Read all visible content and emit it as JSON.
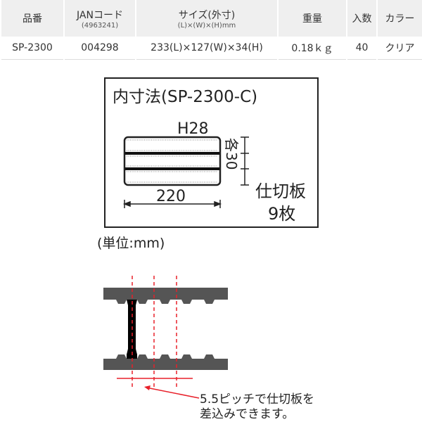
{
  "table": {
    "headers": [
      {
        "label": "品番",
        "sub": ""
      },
      {
        "label": "JANコード",
        "sub": "(4963241)"
      },
      {
        "label": "サイズ(外寸)",
        "sub": "(L)×(W)×(H)mm"
      },
      {
        "label": "重量",
        "sub": ""
      },
      {
        "label": "入数",
        "sub": ""
      },
      {
        "label": "カラー",
        "sub": ""
      }
    ],
    "row": [
      "SP-2300",
      "004298",
      "233(L)×127(W)×34(H)",
      "0.18ｋｇ",
      "40",
      "クリア"
    ]
  },
  "diagram": {
    "title": "内寸法(SP-2300-C)",
    "height_label": "H28",
    "length_label": "220",
    "pitch_label": "各30",
    "partition_label_1": "仕切板",
    "partition_label_2": "9枚",
    "unit_note": "(単位:mm)"
  },
  "pitch_diagram": {
    "note_line1": "5.5ピッチで仕切板を",
    "note_line2": "差込みできます。",
    "accent_color": "#e8202a"
  }
}
